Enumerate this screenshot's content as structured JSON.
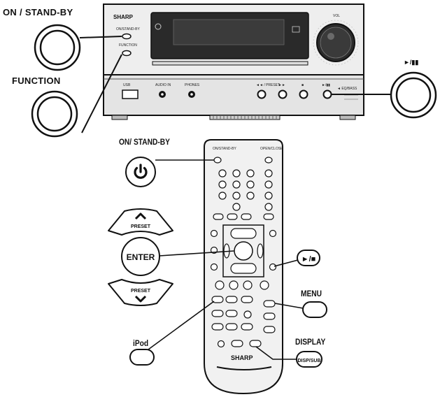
{
  "labels": {
    "on_standby_top": "ON / STAND-BY",
    "function": "FUNCTION",
    "play_pause_top": "►/▮▮",
    "on_standby_remote": "ON/ STAND-BY",
    "menu": "MENU",
    "display": "DISPLAY",
    "ipod": "iPod"
  },
  "unit": {
    "brand": "SHARP"
  },
  "remote": {
    "brand": "SHARP",
    "enter_label": "ENTER",
    "preset_label": "PRESET",
    "play_pause_button": "►/■",
    "display_button": "DISP/SUB"
  },
  "colors": {
    "ink": "#111111",
    "panel": "#e9e9e9",
    "display": "#2a2a2a",
    "remote_body": "#f1f1f1"
  }
}
